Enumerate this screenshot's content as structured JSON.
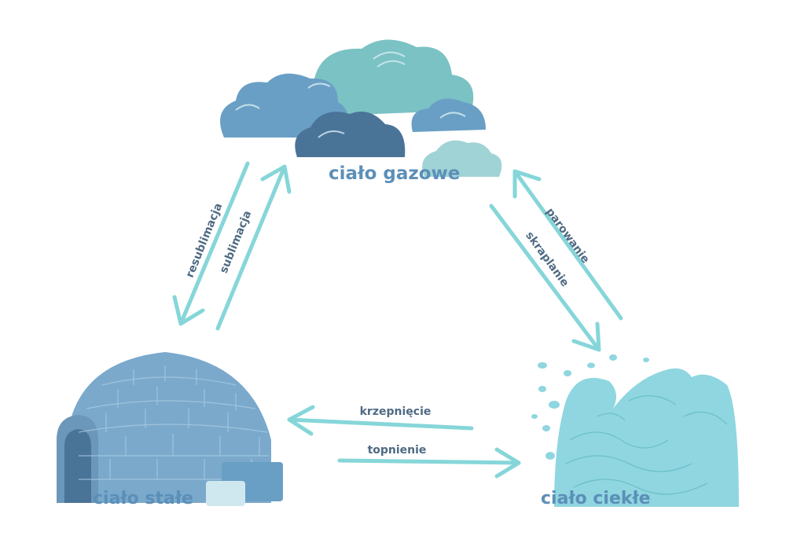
{
  "nodes": {
    "gas": {
      "label": "ciało gazowe"
    },
    "solid": {
      "label": "ciało stałe"
    },
    "liquid": {
      "label": "ciało ciekłe"
    }
  },
  "transitions": {
    "resublimation": "resublimacja",
    "sublimation": "sublimacja",
    "evaporation": "parowanie",
    "condensation": "skraplanie",
    "freezing": "krzepnięcie",
    "melting": "topnienie"
  },
  "colors": {
    "arrow": "#86d6d9",
    "label_text": "#4f6a83",
    "node_text": "#5c8fb8",
    "cloud_blue": "#6a9fc5",
    "cloud_teal": "#7bc2c4",
    "cloud_dark": "#4a7398",
    "igloo": "#7aa9cc",
    "wave": "#8fd6e0"
  }
}
